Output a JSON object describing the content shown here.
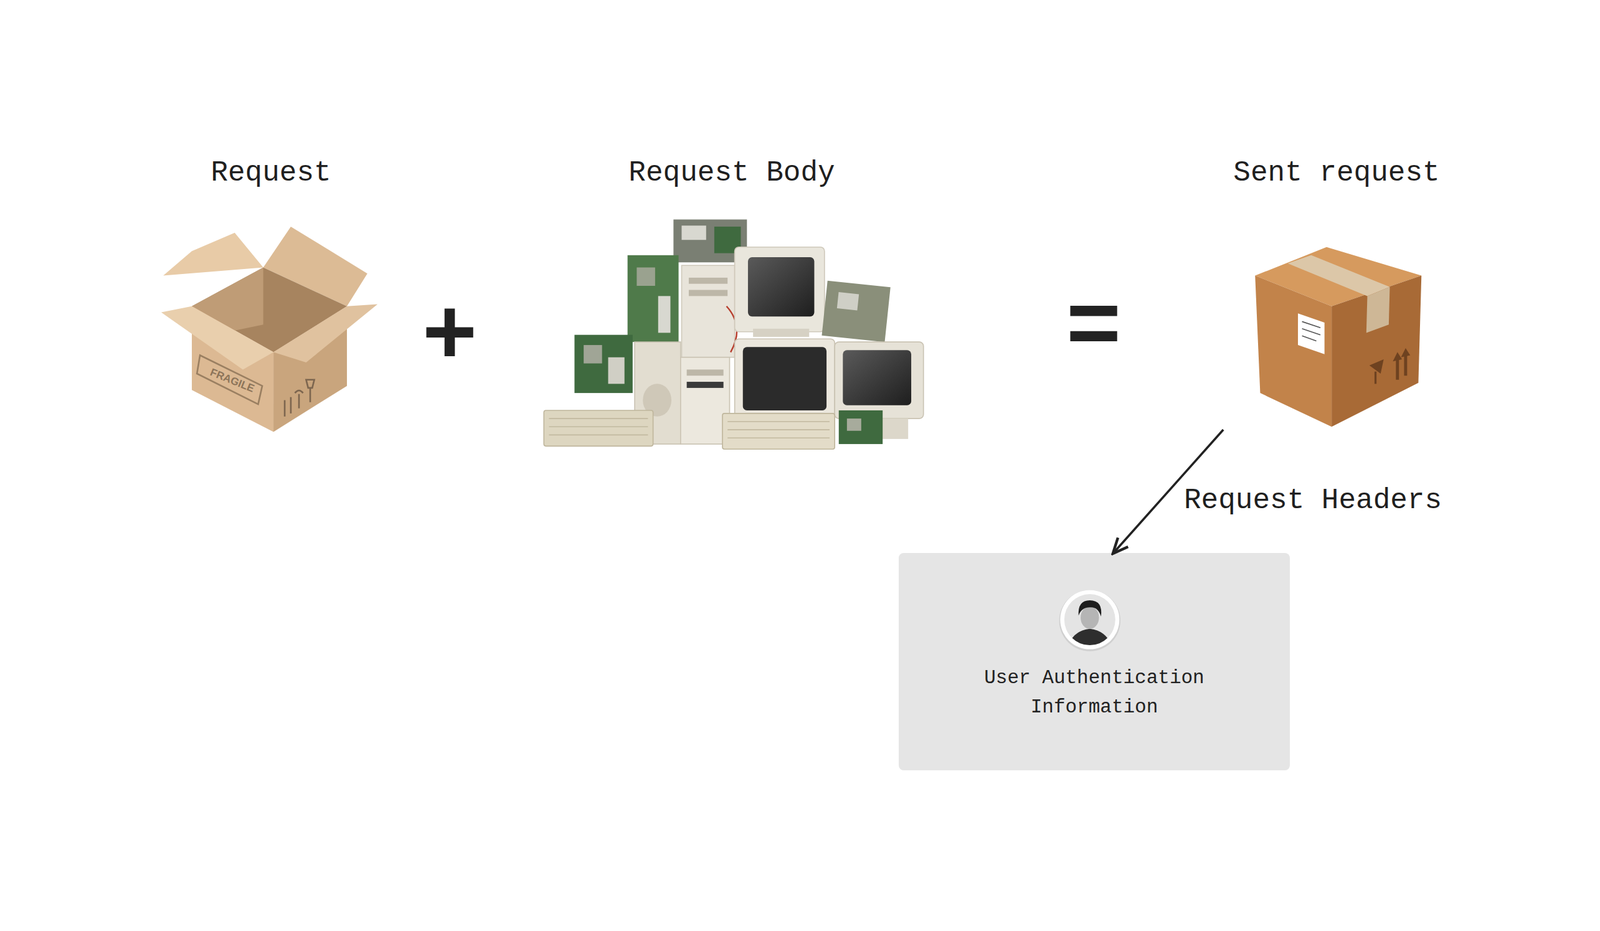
{
  "diagram": {
    "nodes": [
      {
        "text": [
          "Request"
        ]
      },
      {
        "text": [
          "Request Body"
        ]
      },
      {
        "text": [
          "Sent request"
        ]
      },
      {
        "text": [
          "User Authentication Information"
        ]
      }
    ],
    "edges": [
      {
        "from": 2,
        "to": 3,
        "arrow": "to",
        "label": "Request Headers"
      }
    ],
    "labels": [
      "FRAGILE",
      "+",
      "="
    ]
  }
}
